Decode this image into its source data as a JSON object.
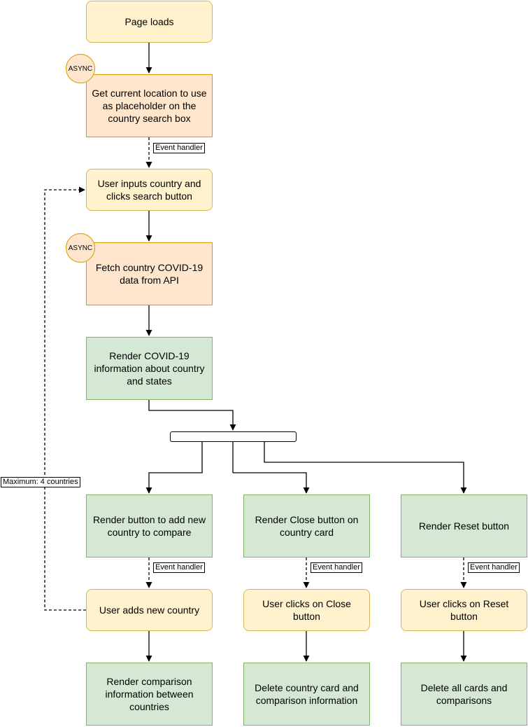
{
  "nodes": {
    "page_loads": "Page loads",
    "get_location": "Get current location to use as placeholder on the country search box",
    "user_inputs": "User inputs country and clicks search button",
    "fetch_data": "Fetch country COVID-19 data from API",
    "render_info": "Render COVID-19 information about country and states",
    "render_add": "Render button to add new country to compare",
    "render_close": "Render Close button on country card",
    "render_reset": "Render Reset button",
    "user_adds": "User adds new country",
    "user_close": "User clicks on Close button",
    "user_reset": "User clicks on Reset button",
    "render_comparison": "Render comparison information between countries",
    "delete_card": "Delete country card and comparison information",
    "delete_all": "Delete all cards and comparisons"
  },
  "badges": {
    "async_1": "ASYNC",
    "async_2": "ASYNC"
  },
  "edge_labels": {
    "event_handler_1": "Event handler",
    "event_handler_2": "Event handler",
    "event_handler_3": "Event handler",
    "event_handler_4": "Event handler",
    "maximum": "Maximum: 4 countries"
  },
  "colors": {
    "yellow_fill": "#fff2cc",
    "yellow_stroke": "#d6b656",
    "orange_fill": "#ffe6cc",
    "orange_stroke": "#d79b00",
    "green_fill": "#d5e8d4",
    "green_stroke": "#82b366"
  }
}
